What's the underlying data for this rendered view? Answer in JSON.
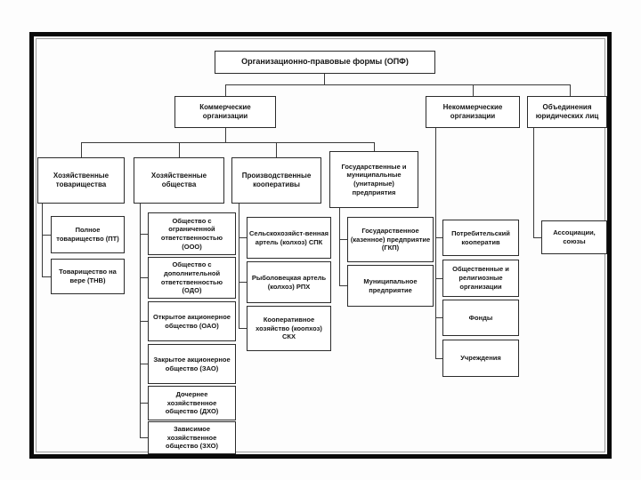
{
  "colors": {
    "line": "#3a3a3a",
    "box_border": "#2b2b2b",
    "frame": "#0a0a0a"
  },
  "tree": {
    "root": "Организационно-правовые формы (ОПФ)",
    "commercial": {
      "label": "Коммерческие организации",
      "groups": {
        "partnerships": {
          "label": "Хозяйственные товарищества",
          "items": [
            "Полное товарищество (ПТ)",
            "Товарищество на вере (ТНВ)"
          ]
        },
        "companies": {
          "label": "Хозяйственные общества",
          "items": [
            "Общество с ограниченной ответственностью (ООО)",
            "Общество с дополнительной ответственностью (ОДО)",
            "Открытое акционерное общество (ОАО)",
            "Закрытое акционерное общество (ЗАО)",
            "Дочернее хозяйственное общество (ДХО)",
            "Зависимое хозяйственное общество (ЗХО)"
          ]
        },
        "cooperatives": {
          "label": "Производственные кооперативы",
          "items": [
            "Сельскохозяйст-венная артель (колхоз) СПК",
            "Рыболовецкая артель (колхоз) РПХ",
            "Кооперативное хозяйство (коопхоз) СКХ"
          ]
        },
        "state": {
          "label": "Государственные и муниципальные (унитарные) предприятия",
          "items": [
            "Государственное (казенное) предприятие (ГКП)",
            "Муниципальное предприятие"
          ]
        }
      }
    },
    "noncommercial": {
      "label": "Некоммерческие организации",
      "items": [
        "Потребительский кооператив",
        "Общественные и религиозные организации",
        "Фонды",
        "Учреждения"
      ]
    },
    "associations": {
      "label": "Объединения юридических лиц",
      "items": [
        "Ассоциации, союзы"
      ]
    }
  }
}
